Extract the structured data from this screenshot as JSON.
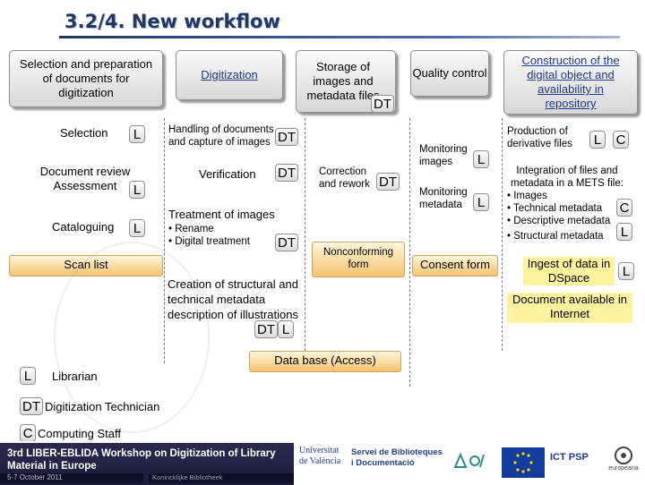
{
  "title": "3.2/4. New workflow",
  "headers": {
    "selection_prep": "Selection and preparation of documents for digitization",
    "digitization": "Digitization",
    "storage": "Storage of images and metadata files",
    "quality": "Quality control",
    "construction": "Construction of the digital object and availability in repository"
  },
  "col1": {
    "selection": "Selection",
    "doc_review": "Document review Assessment",
    "cataloguing": "Cataloguing",
    "scan_list": "Scan list"
  },
  "col2": {
    "handling": "Handling of documents and capture of images",
    "verification": "Verification",
    "treatment_title": "Treatment of images",
    "treatment_items": [
      "• Rename",
      "• Digital treatment"
    ],
    "creation": "Creation of structural and technical metadata description of illustrations"
  },
  "col3": {
    "correction": "Correction and rework",
    "nonconforming": "Nonconforming form",
    "database": "Data base (Access)"
  },
  "col4": {
    "monitoring_images": "Monitoring images",
    "monitoring_metadata": "Monitoring metadata",
    "consent_form": "Consent form"
  },
  "col5": {
    "production": "Production of derivative files",
    "integration_title": "Integration of files and metadata in a METS file:",
    "integration_items": [
      "• Images",
      "• Technical metadata",
      "• Descriptive metadata",
      "• Structural metadata"
    ],
    "ingest": "Ingest of data in DSpace",
    "available": "Document available in Internet"
  },
  "badges": {
    "librarian": "L",
    "technician": "DT",
    "computing": "C"
  },
  "legend": {
    "librarian": "Librarian",
    "technician": "Digitization Technician",
    "computing": "Computing Staff"
  },
  "footer": {
    "workshop_line1": "3rd LIBER-EBLIDA Workshop on Digitization of Library",
    "workshop_line2": "Material in Europe",
    "date": "5-7 October 2011",
    "person": "Konincklijke Bibliotheek",
    "university_line1": "Universitat",
    "university_line2": "de València",
    "service_line1": "Servei de Biblioteques",
    "service_line2": "i Documentació",
    "ict": "ICT PSP",
    "europeana": "europeana"
  },
  "colors": {
    "title": "#1f3864",
    "link_blue": "#1f3d8c",
    "orange_box": "#f4c36c",
    "yellow_box": "#fff3a0"
  }
}
